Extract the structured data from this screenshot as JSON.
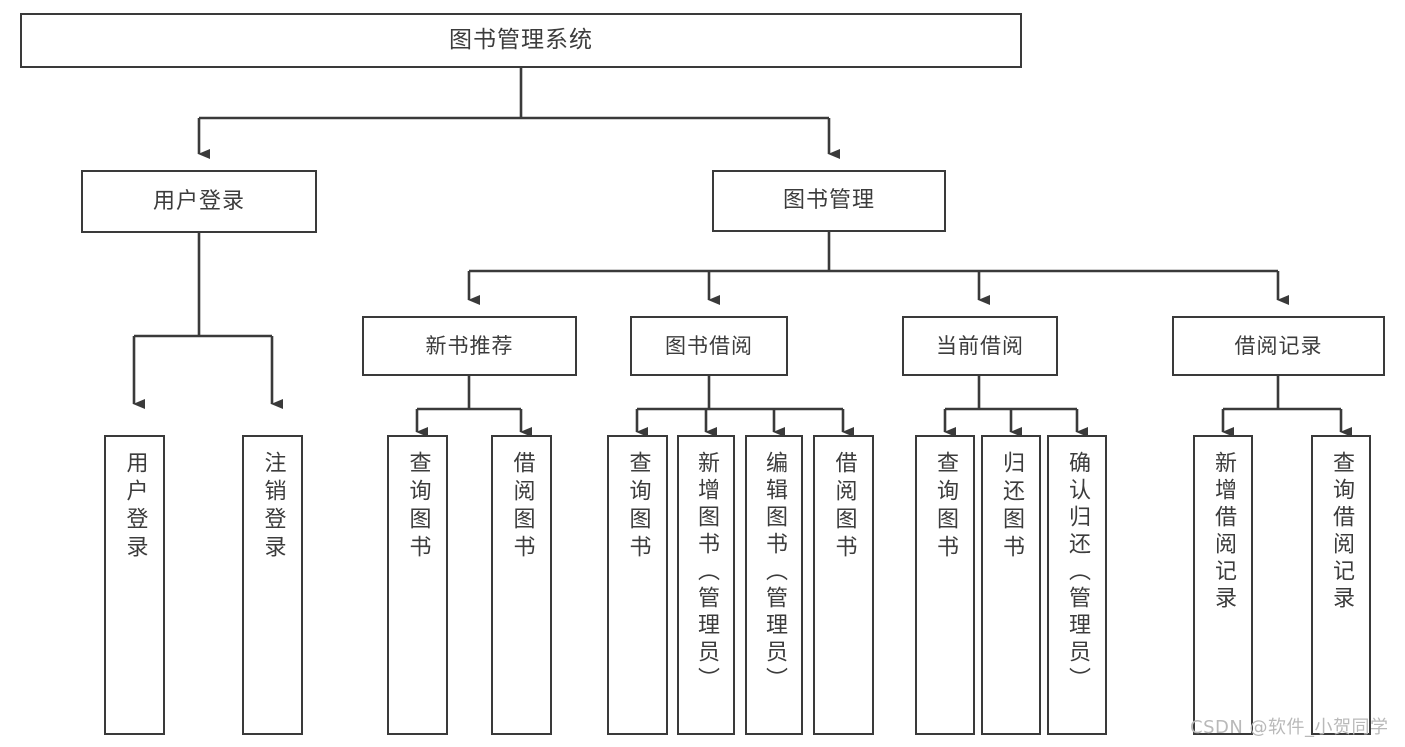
{
  "diagram": {
    "title": "图书管理系统",
    "type": "hierarchy-tree",
    "watermark": "CSDN @软件_小贺同学",
    "colors": {
      "stroke": "#3a3a3a",
      "text": "#3c3c3c",
      "background": "#ffffff",
      "watermark": "#b9b9b9"
    },
    "nodes": {
      "root": "图书管理系统",
      "user_login": "用户登录",
      "book_manage": "图书管理",
      "new_book_rec": "新书推荐",
      "book_borrow": "图书借阅",
      "current_borrow": "当前借阅",
      "borrow_record": "借阅记录",
      "leaf_user_login": "用户登录",
      "leaf_logout": "注销登录",
      "leaf_query_book_1": "查询图书",
      "leaf_borrow_book_1": "借阅图书",
      "leaf_query_book_2": "查询图书",
      "leaf_add_book": "新增图书（管理员）",
      "leaf_edit_book": "编辑图书（管理员）",
      "leaf_borrow_book_2": "借阅图书",
      "leaf_query_book_3": "查询图书",
      "leaf_return_book": "归还图书",
      "leaf_confirm_return": "确认归还（管理员）",
      "leaf_add_record": "新增借阅记录",
      "leaf_query_record": "查询借阅记录"
    }
  }
}
